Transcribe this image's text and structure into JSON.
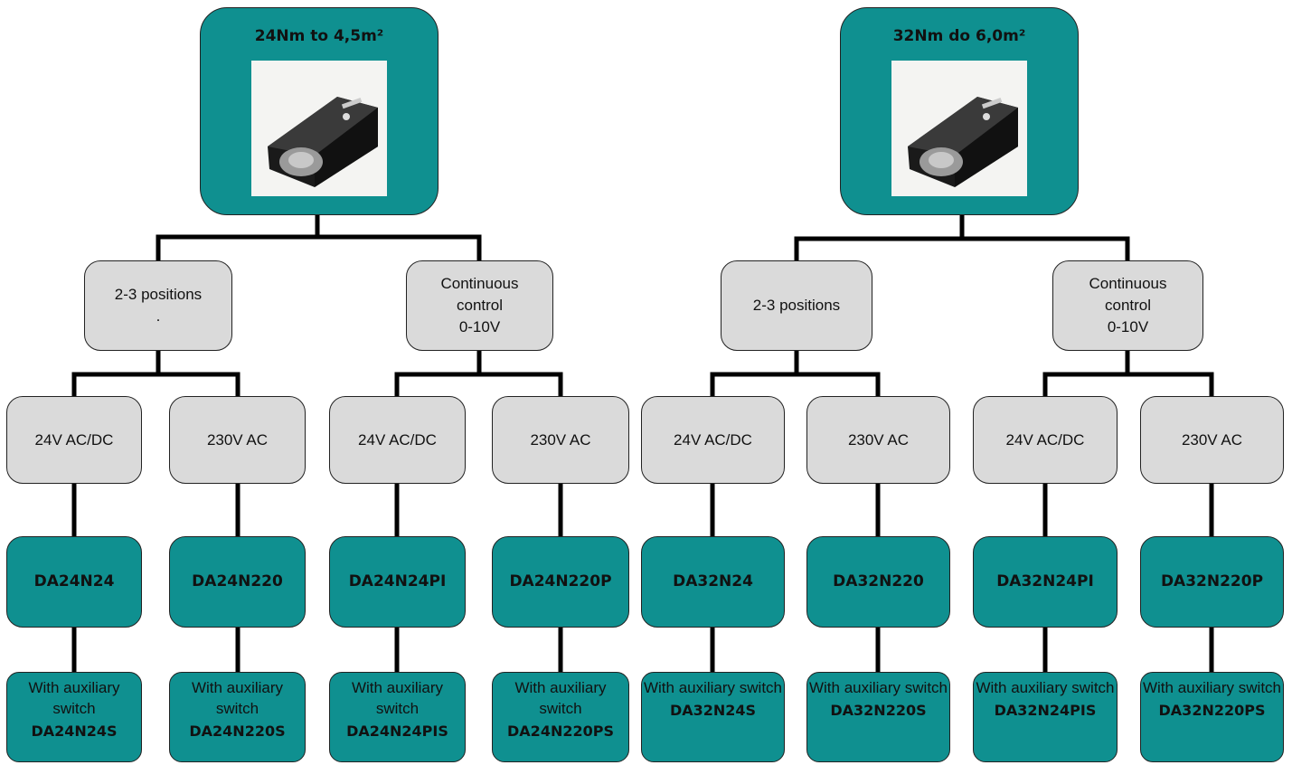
{
  "colors": {
    "teal": "#0f9090",
    "grey": "#dadada",
    "line": "#000000"
  },
  "left": {
    "title": "24Nm to 4,5m²",
    "image": "actuator-photo",
    "groups": [
      {
        "label_lines": [
          "2-3 positions",
          "."
        ],
        "voltages": [
          {
            "label": "24V AC/DC",
            "model": "DA24N24",
            "aux_label": "With auxiliary switch",
            "aux_model": "DA24N24S"
          },
          {
            "label": "230V AC",
            "model": "DA24N220",
            "aux_label": "With auxiliary switch",
            "aux_model": "DA24N220S"
          }
        ]
      },
      {
        "label_lines": [
          "Continuous",
          "control",
          "0-10V"
        ],
        "voltages": [
          {
            "label": "24V AC/DC",
            "model": "DA24N24PI",
            "aux_label": "With auxiliary switch",
            "aux_model": "DA24N24PIS"
          },
          {
            "label": "230V AC",
            "model": "DA24N220P",
            "aux_label": "With auxiliary switch",
            "aux_model": "DA24N220PS"
          }
        ]
      }
    ]
  },
  "right": {
    "title": "32Nm do 6,0m²",
    "image": "actuator-photo",
    "groups": [
      {
        "label_lines": [
          "2-3 positions"
        ],
        "voltages": [
          {
            "label": "24V AC/DC",
            "model": "DA32N24",
            "aux_label": "With auxiliary switch",
            "aux_model": "DA32N24S"
          },
          {
            "label": "230V AC",
            "model": "DA32N220",
            "aux_label": "With auxiliary switch",
            "aux_model": "DA32N220S"
          }
        ]
      },
      {
        "label_lines": [
          "Continuous",
          "control",
          "0-10V"
        ],
        "voltages": [
          {
            "label": "24V AC/DC",
            "model": "DA32N24PI",
            "aux_label": "With auxiliary switch",
            "aux_model": "DA32N24PIS"
          },
          {
            "label": "230V AC",
            "model": "DA32N220P",
            "aux_label": "With auxiliary switch",
            "aux_model": "DA32N220PS"
          }
        ]
      }
    ]
  }
}
